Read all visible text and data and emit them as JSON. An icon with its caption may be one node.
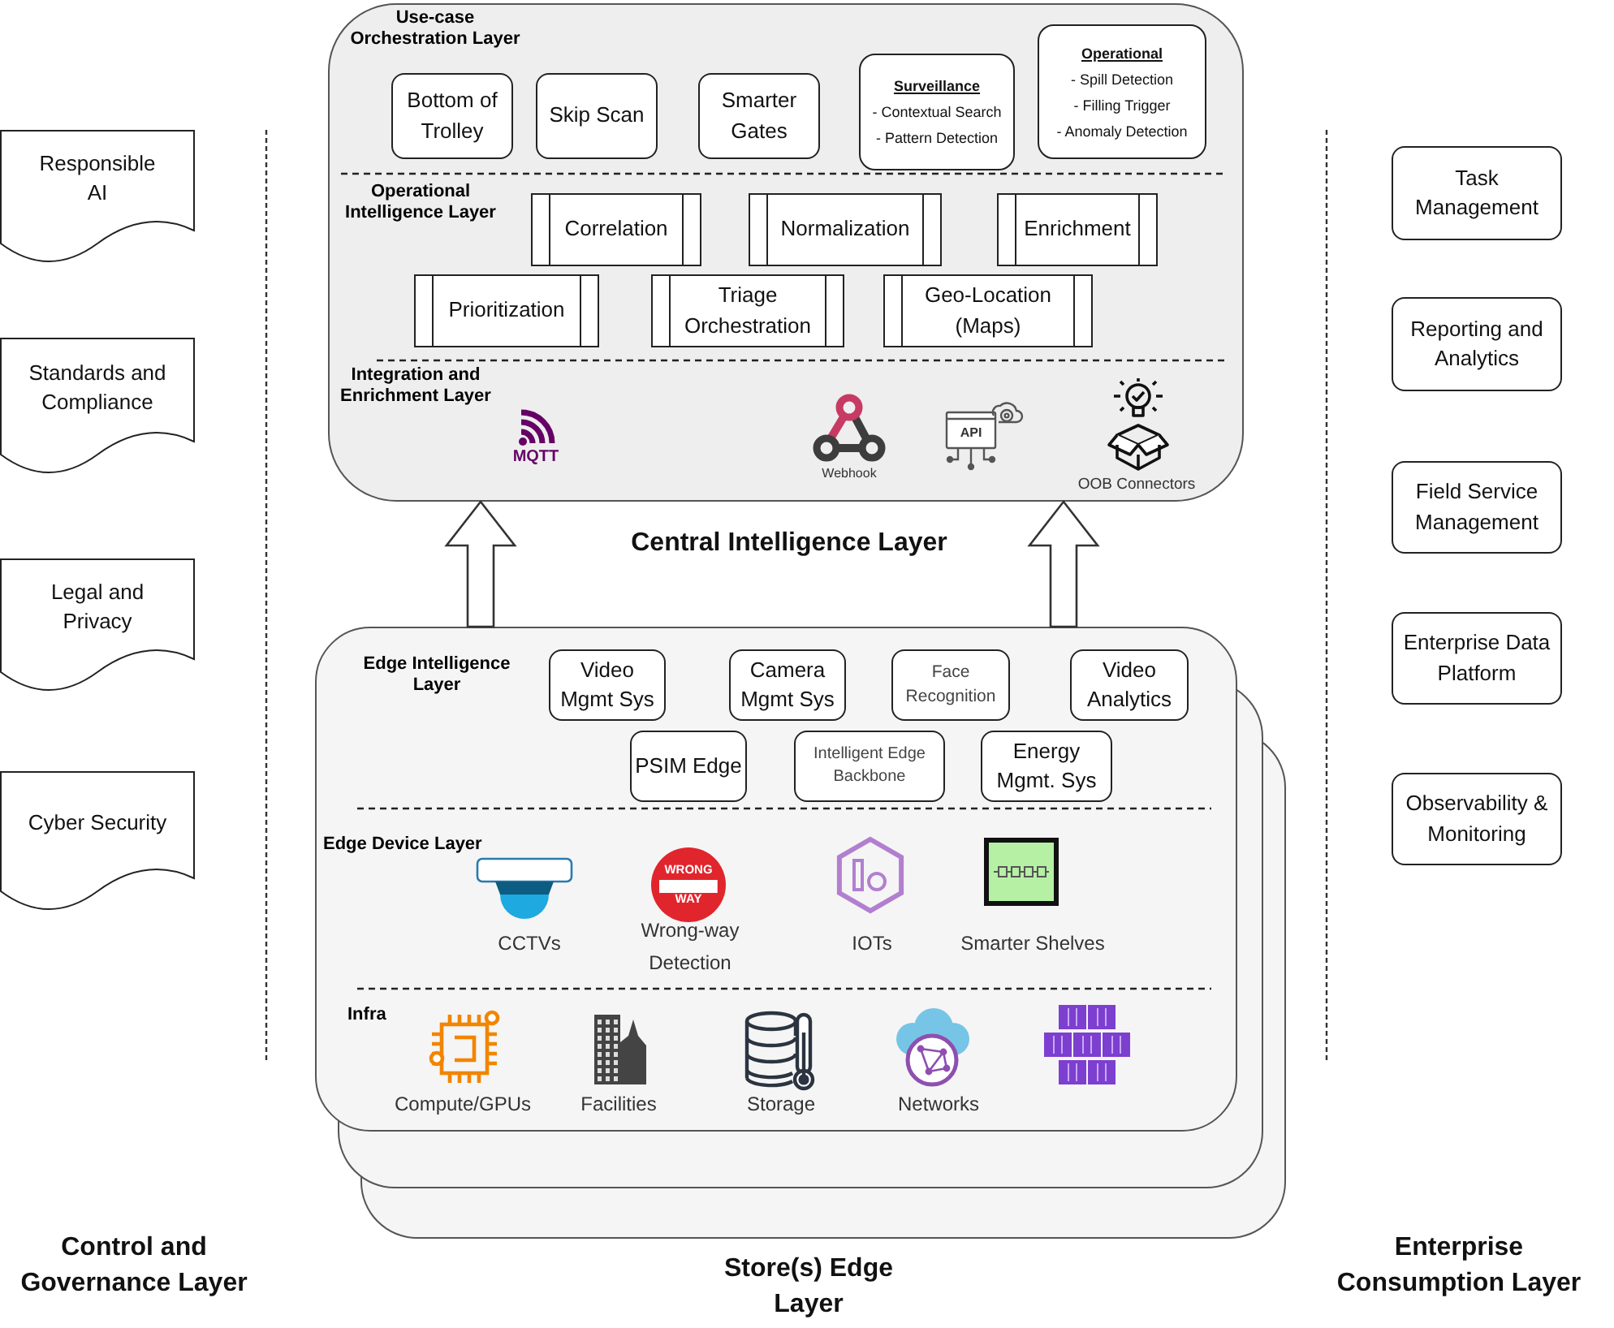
{
  "diagram": {
    "nodes": [
      {
        "text": [
          "Responsible AI"
        ]
      },
      {
        "text": [
          "Standards and Compliance"
        ]
      },
      {
        "text": [
          "Legal and Privacy"
        ]
      },
      {
        "text": [
          "Cyber Security"
        ]
      },
      {
        "text": [
          "Use-case Orchestration Layer",
          "Operational Intelligence Layer",
          "Integration and Enrichment Layer"
        ],
        "beside": [
          "Central Intelligence Layer"
        ]
      },
      {
        "text": [
          "Bottom of Trolley"
        ],
        "in": 4
      },
      {
        "text": [
          "Skip Scan"
        ],
        "in": 4
      },
      {
        "text": [
          "Smarter Gates"
        ],
        "in": 4
      },
      {
        "text": [
          "Surveillance",
          "- Contextual Search",
          "- Pattern Detection"
        ],
        "in": 4
      },
      {
        "text": [
          "Operational",
          "- Spill Detection",
          "- Filling Trigger",
          "- Anomaly Detection"
        ],
        "in": 4
      },
      {
        "text": [
          "Correlation"
        ],
        "in": 4
      },
      {
        "text": [
          "Normalization"
        ],
        "in": 4
      },
      {
        "text": [
          "Enrichment"
        ],
        "in": 4
      },
      {
        "text": [
          "Prioritization"
        ],
        "in": 4
      },
      {
        "text": [
          "Triage Orchestration"
        ],
        "in": 4
      },
      {
        "text": [
          "Geo-Location (Maps)"
        ],
        "in": 4
      },
      {
        "text": [
          "Edge Intelligence Layer",
          "Edge Device Layer",
          "Infra"
        ]
      },
      {
        "text": [
          "Video Mgmt Sys"
        ],
        "in": 16
      },
      {
        "text": [
          "Camera Mgmt Sys"
        ],
        "in": 16
      },
      {
        "text": [
          "Face Recognition"
        ],
        "in": 16
      },
      {
        "text": [
          "Video Analytics"
        ],
        "in": 16
      },
      {
        "text": [
          "PSIM Edge"
        ],
        "in": 16
      },
      {
        "text": [
          "Intelligent Edge Backbone"
        ],
        "in": 16
      },
      {
        "text": [
          "Energy Mgmt. Sys"
        ],
        "in": 16
      },
      {
        "text": [
          "Task Management"
        ]
      },
      {
        "text": [
          "Reporting and Analytics"
        ]
      },
      {
        "text": [
          "Field Service Management"
        ]
      },
      {
        "text": [
          "Enterprise Data Platform"
        ]
      },
      {
        "text": [
          "Observability & Monitoring"
        ]
      }
    ],
    "edges": [
      {
        "from": 16,
        "to": 4,
        "arrow": "to",
        "style": "thick"
      },
      {
        "from": 16,
        "to": 4,
        "arrow": "to",
        "style": "thick"
      }
    ],
    "labels": [
      "MQTT",
      "Webhook",
      "API",
      "OOB Connectors",
      "WRONG WAY",
      "CCTVs",
      "Wrong-way Detection",
      "IOTs",
      "Smarter Shelves",
      "Compute/GPUs",
      "Facilities",
      "Storage",
      "Networks",
      "Control and Governance Layer",
      "Store(s) Edge Layer",
      "Enterprise Consumption Layer"
    ]
  }
}
